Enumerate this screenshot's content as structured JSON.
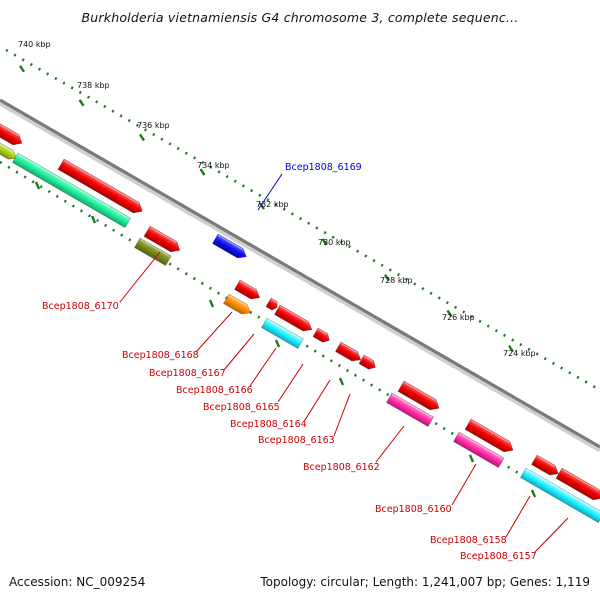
{
  "title": "Burkholderia vietnamiensis G4 chromosome 3, complete sequenc...",
  "footer": {
    "accession": "Accession: NC_009254",
    "info": "Topology: circular; Length: 1,241,007 bp; Genes: 1,119"
  },
  "colors": {
    "backbone": "#8a8a8a",
    "ticks": "#1d7a1d",
    "label_red": "#cc0000",
    "label_blue": "#0000cc"
  },
  "ruler": [
    {
      "label": "740 kbp"
    },
    {
      "label": "738 kbp"
    },
    {
      "label": "736 kbp"
    },
    {
      "label": "734 kbp"
    },
    {
      "label": "732 kbp"
    },
    {
      "label": "730 kbp"
    },
    {
      "label": "728 kbp"
    },
    {
      "label": "726 kbp"
    },
    {
      "label": "724 kbp"
    }
  ],
  "genes": [
    {
      "name": "Bcep1808_6169",
      "color": "blue"
    },
    {
      "name": "Bcep1808_6170",
      "color": "red"
    },
    {
      "name": "Bcep1808_6168",
      "color": "red"
    },
    {
      "name": "Bcep1808_6167",
      "color": "red"
    },
    {
      "name": "Bcep1808_6166",
      "color": "red"
    },
    {
      "name": "Bcep1808_6165",
      "color": "red"
    },
    {
      "name": "Bcep1808_6164",
      "color": "red"
    },
    {
      "name": "Bcep1808_6163",
      "color": "red"
    },
    {
      "name": "Bcep1808_6162",
      "color": "red"
    },
    {
      "name": "Bcep1808_6160",
      "color": "red"
    },
    {
      "name": "Bcep1808_6158",
      "color": "red"
    },
    {
      "name": "Bcep1808_6157",
      "color": "red"
    }
  ]
}
